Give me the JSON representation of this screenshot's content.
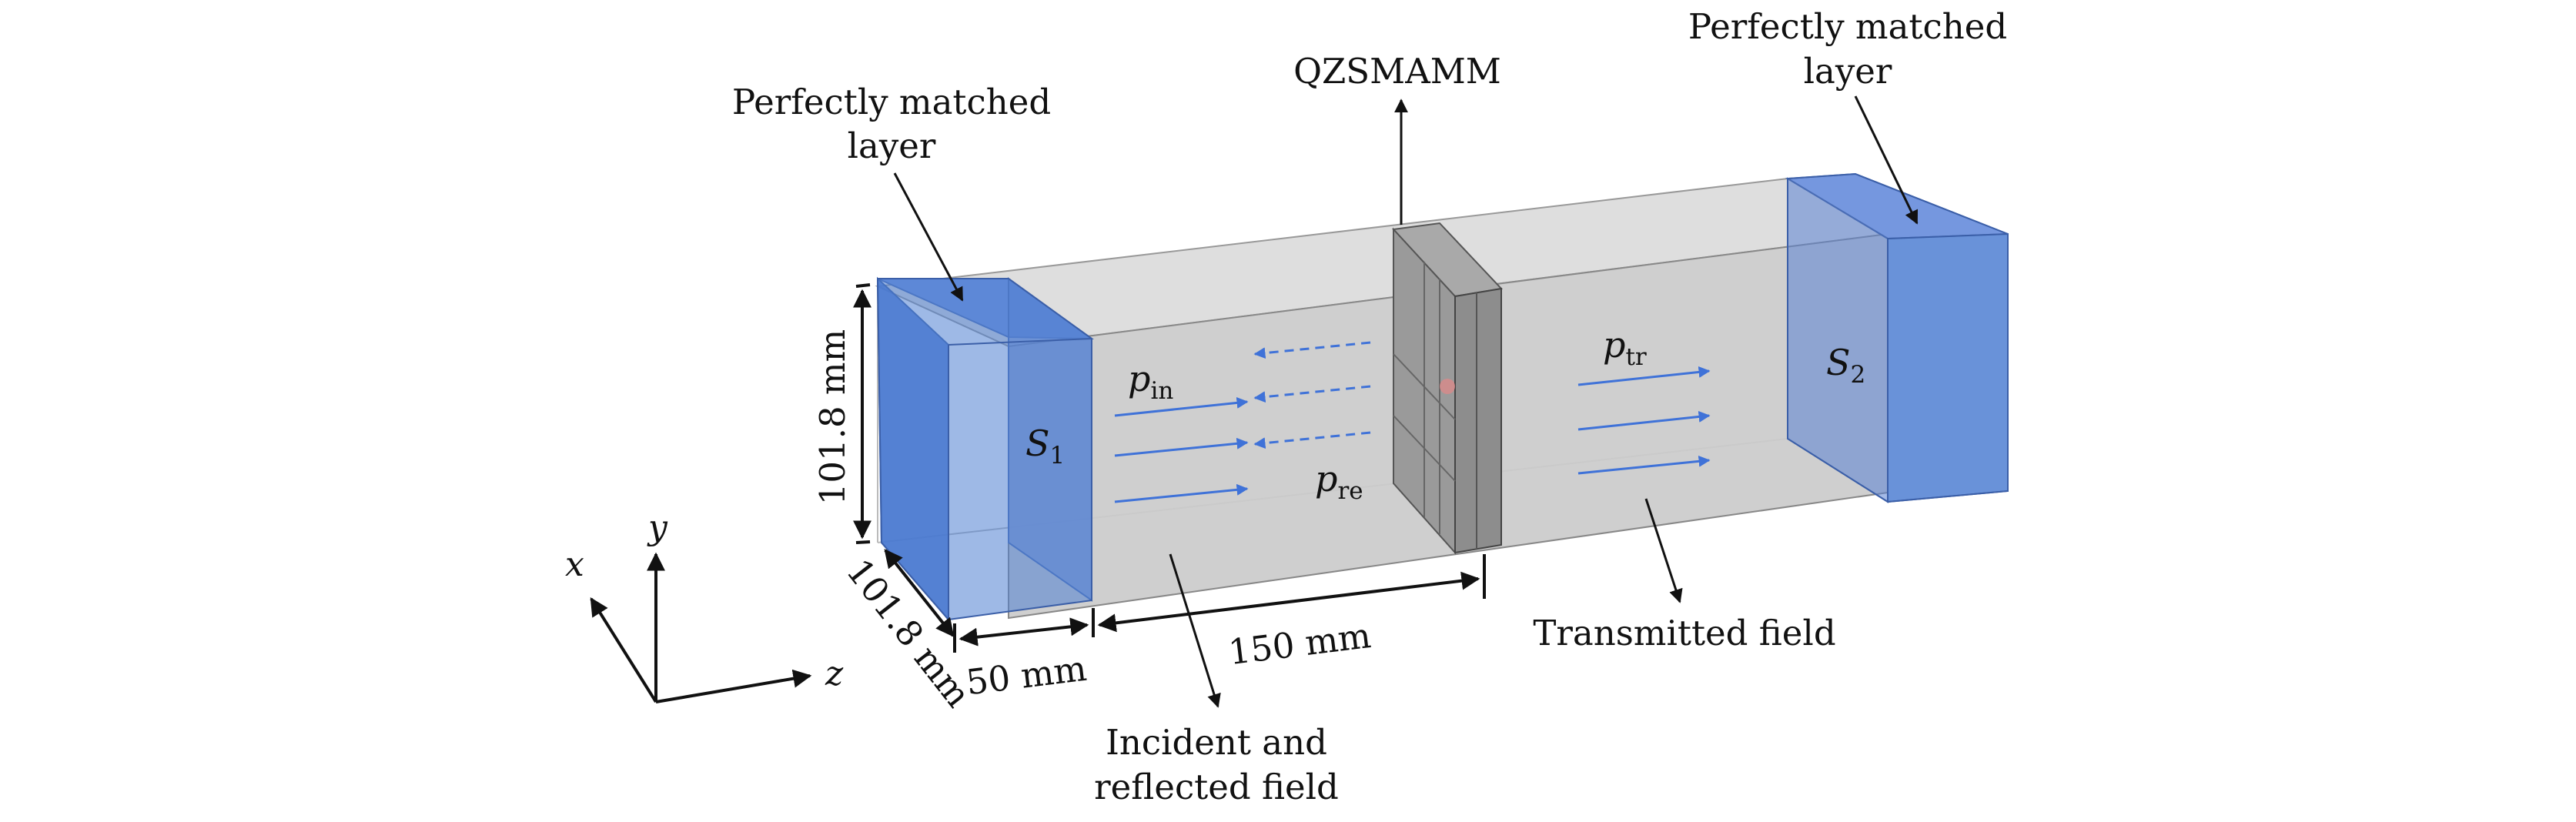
{
  "labels": {
    "pml_left_line1": "Perfectly matched",
    "pml_left_line2": "layer",
    "pml_right_line1": "Perfectly matched",
    "pml_right_line2": "layer",
    "sample": "QZSMAMM",
    "transmitted": "Transmitted field",
    "incident_line1": "Incident and",
    "incident_line2": "reflected field"
  },
  "dimensions": {
    "height": "101.8 mm",
    "depth": "101.8 mm",
    "pml_length": "50 mm",
    "duct_length": "150 mm"
  },
  "symbols": {
    "s1_base": "S",
    "s1_sub": "1",
    "s2_base": "S",
    "s2_sub": "2",
    "p_in_base": "p",
    "p_in_sub": "in",
    "p_re_base": "p",
    "p_re_sub": "re",
    "p_tr_base": "p",
    "p_tr_sub": "tr"
  },
  "axes": {
    "x": "x",
    "y": "y",
    "z": "z"
  },
  "colors": {
    "pml_blue": "#4f7fd2",
    "duct_gray": "#c7c7c7",
    "arrow_blue": "#3f72d8"
  }
}
